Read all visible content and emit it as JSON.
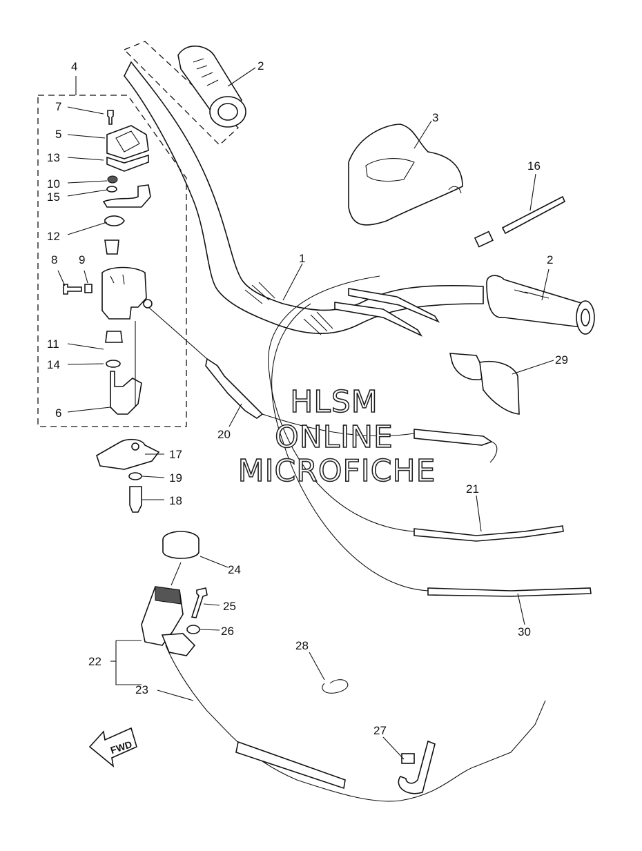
{
  "callouts": {
    "c1": "1",
    "c2a": "2",
    "c2b": "2",
    "c3": "3",
    "c4": "4",
    "c5": "5",
    "c6": "6",
    "c7": "7",
    "c8": "8",
    "c9": "9",
    "c10": "10",
    "c11": "11",
    "c12": "12",
    "c13": "13",
    "c14": "14",
    "c15": "15",
    "c16": "16",
    "c17": "17",
    "c18": "18",
    "c19": "19",
    "c20": "20",
    "c21": "21",
    "c22": "22",
    "c23": "23",
    "c24": "24",
    "c25": "25",
    "c26": "26",
    "c27": "27",
    "c28": "28",
    "c29": "29",
    "c30": "30"
  },
  "watermark": {
    "line1": "HLSM",
    "line2": "ONLINE",
    "line3": "MICROFICHE"
  },
  "direction_arrow": {
    "label": "FWD"
  }
}
